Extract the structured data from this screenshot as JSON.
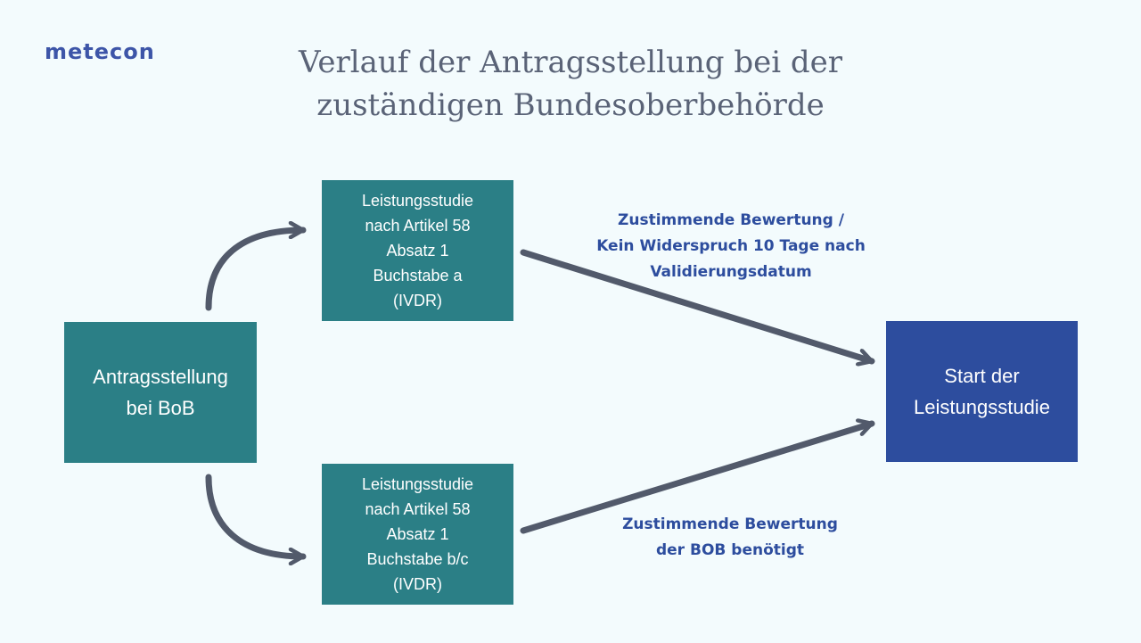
{
  "logo": {
    "text": "metecon"
  },
  "title": {
    "line1": "Verlauf der Antragsstellung bei der",
    "line2": "zuständigen Bundesoberbehörde"
  },
  "nodes": {
    "start": {
      "lines": [
        "Antragsstellung",
        "bei BoB"
      ]
    },
    "study_a": {
      "lines": [
        "Leistungsstudie",
        "nach Artikel 58",
        "Absatz 1",
        "Buchstabe a",
        "(IVDR)"
      ]
    },
    "study_bc": {
      "lines": [
        "Leistungsstudie",
        "nach Artikel 58",
        "Absatz 1",
        "Buchstabe b/c",
        "(IVDR)"
      ]
    },
    "end": {
      "lines": [
        "Start der",
        "Leistungsstudie"
      ]
    }
  },
  "edges": {
    "a_to_end": {
      "lines": [
        "Zustimmende Bewertung /",
        "Kein Widerspruch 10 Tage nach",
        "Validierungsdatum"
      ]
    },
    "bc_to_end": {
      "lines": [
        "Zustimmende Bewertung",
        "der BOB benötigt"
      ]
    }
  },
  "colors": {
    "background": "#f3fbfd",
    "title": "#5a6377",
    "teal_box": "#2b7f86",
    "navy_box": "#2d4d9e",
    "edge_label": "#2d4d9e",
    "arrow": "#525a6b",
    "logo": "#3d55a8"
  }
}
